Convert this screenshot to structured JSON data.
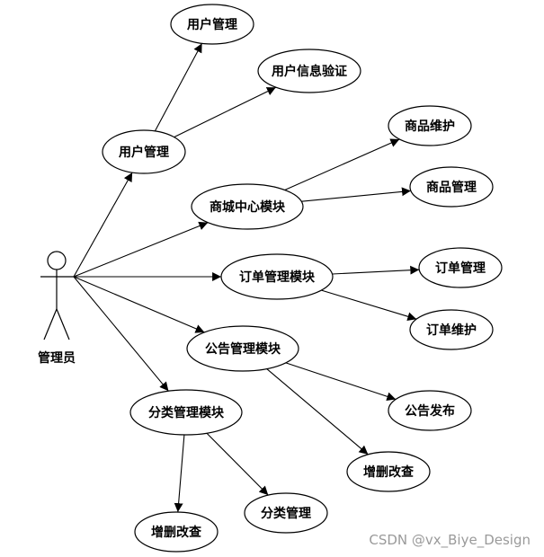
{
  "actor": {
    "label": "管理员"
  },
  "nodes": [
    {
      "id": "user-mgmt",
      "label": "用户管理"
    },
    {
      "id": "user-mgmt-sub",
      "label": "用户管理"
    },
    {
      "id": "user-verify",
      "label": "用户信息验证"
    },
    {
      "id": "mall-center",
      "label": "商城中心模块"
    },
    {
      "id": "product-maint",
      "label": "商品维护"
    },
    {
      "id": "product-mgmt",
      "label": "商品管理"
    },
    {
      "id": "order-module",
      "label": "订单管理模块"
    },
    {
      "id": "order-mgmt",
      "label": "订单管理"
    },
    {
      "id": "order-maint",
      "label": "订单维护"
    },
    {
      "id": "notice-module",
      "label": "公告管理模块"
    },
    {
      "id": "notice-publish",
      "label": "公告发布"
    },
    {
      "id": "notice-crud",
      "label": "增删改查"
    },
    {
      "id": "category-module",
      "label": "分类管理模块"
    },
    {
      "id": "category-crud",
      "label": "增删改查"
    },
    {
      "id": "category-mgmt",
      "label": "分类管理"
    }
  ],
  "edges": [
    {
      "from": "actor",
      "to": "user-mgmt"
    },
    {
      "from": "actor",
      "to": "mall-center"
    },
    {
      "from": "actor",
      "to": "order-module"
    },
    {
      "from": "actor",
      "to": "notice-module"
    },
    {
      "from": "actor",
      "to": "category-module"
    },
    {
      "from": "user-mgmt",
      "to": "user-mgmt-sub"
    },
    {
      "from": "user-mgmt",
      "to": "user-verify"
    },
    {
      "from": "mall-center",
      "to": "product-maint"
    },
    {
      "from": "mall-center",
      "to": "product-mgmt"
    },
    {
      "from": "order-module",
      "to": "order-mgmt"
    },
    {
      "from": "order-module",
      "to": "order-maint"
    },
    {
      "from": "notice-module",
      "to": "notice-publish"
    },
    {
      "from": "notice-module",
      "to": "notice-crud"
    },
    {
      "from": "category-module",
      "to": "category-crud"
    },
    {
      "from": "category-module",
      "to": "category-mgmt"
    }
  ],
  "watermark": "CSDN @vx_Biye_Design"
}
